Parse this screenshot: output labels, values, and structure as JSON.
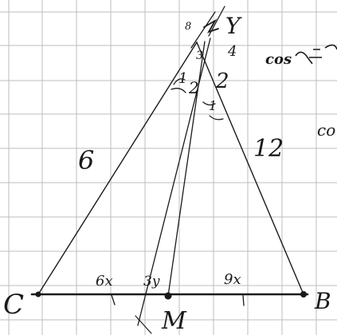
{
  "diagram": {
    "vertex_labels": {
      "top": "Y",
      "left": "C",
      "right": "B",
      "midpoint": "M"
    },
    "side_labels": {
      "left_side": "6",
      "right_side": "12"
    },
    "angle_marks": {
      "apex_small": "3",
      "right_four": "4",
      "middle_two": "2",
      "left_two": "2",
      "left_one": "1",
      "right_one": "1",
      "top_eight": "8"
    },
    "base_labels": {
      "left_segment": "6x",
      "middle_segment": "3y",
      "right_segment": "9x"
    },
    "margin_notes": {
      "cos_top": "cos",
      "cos_bottom": "co"
    },
    "colors": {
      "ink": "#1a1a1a",
      "grid": "#bdbdbd",
      "paper": "#ffffff"
    }
  }
}
